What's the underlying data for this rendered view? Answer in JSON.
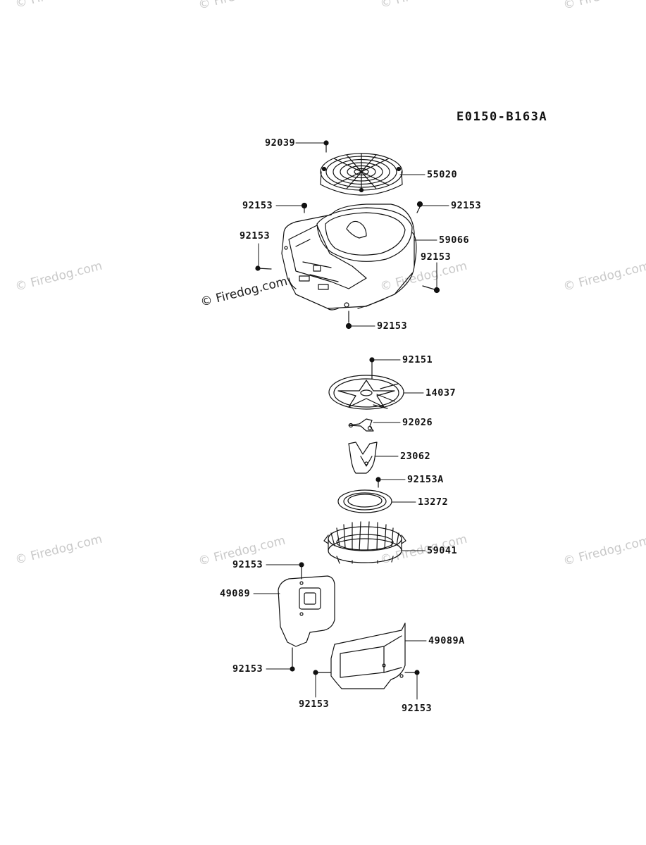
{
  "diagram_code": "E0150-B163A",
  "watermark_text": "© Firedog.com",
  "line_color": "#111111",
  "watermark_color": "#c9c9c9",
  "parts": [
    {
      "id": "p92039",
      "label": "92039"
    },
    {
      "id": "p55020",
      "label": "55020"
    },
    {
      "id": "p92153_a",
      "label": "92153"
    },
    {
      "id": "p92153_b",
      "label": "92153"
    },
    {
      "id": "p59066",
      "label": "59066"
    },
    {
      "id": "p92153_c",
      "label": "92153"
    },
    {
      "id": "p92153_d",
      "label": "92153"
    },
    {
      "id": "p92153_e",
      "label": "92153"
    },
    {
      "id": "p92151",
      "label": "92151"
    },
    {
      "id": "p14037",
      "label": "14037"
    },
    {
      "id": "p92026",
      "label": "92026"
    },
    {
      "id": "p23062",
      "label": "23062"
    },
    {
      "id": "p92153A",
      "label": "92153A"
    },
    {
      "id": "p13272",
      "label": "13272"
    },
    {
      "id": "p59041",
      "label": "59041"
    },
    {
      "id": "p92153_f",
      "label": "92153"
    },
    {
      "id": "p49089",
      "label": "49089"
    },
    {
      "id": "p49089A",
      "label": "49089A"
    },
    {
      "id": "p92153_g",
      "label": "92153"
    },
    {
      "id": "p92153_h",
      "label": "92153"
    },
    {
      "id": "p92153_i",
      "label": "92153"
    }
  ]
}
